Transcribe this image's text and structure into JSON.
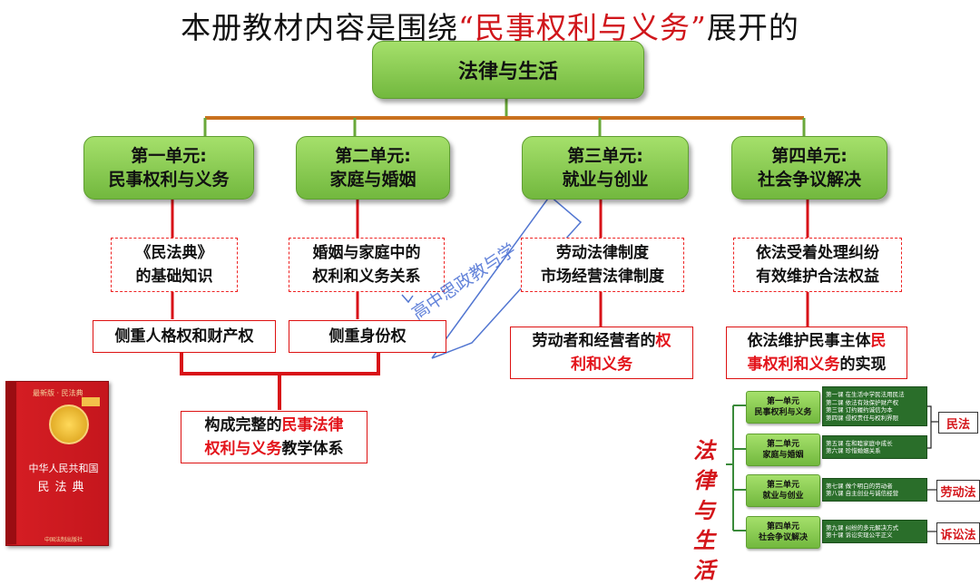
{
  "title": {
    "before": "本册教材内容是围绕",
    "highlight": "“民事权利与义务”",
    "after": "展开的"
  },
  "root": "法律与生活",
  "units": [
    {
      "line1": "第一单元:",
      "line2": "民事权利与义务"
    },
    {
      "line1": "第二单元:",
      "line2": "家庭与婚姻"
    },
    {
      "line1": "第三单元:",
      "line2": "就业与创业"
    },
    {
      "line1": "第四单元:",
      "line2": "社会争议解决"
    }
  ],
  "topics": [
    {
      "line1": "《民法典》",
      "line2": "的基础知识"
    },
    {
      "line1": "婚姻与家庭中的",
      "line2": "权利和义务关系"
    },
    {
      "line1": "劳动法律制度",
      "line2": "市场经营法律制度"
    },
    {
      "line1": "依法受着处理纠纷",
      "line2": "有效维护合法权益"
    }
  ],
  "focus": {
    "u1": "侧重人格权和财产权",
    "u2": "侧重身份权",
    "u3": {
      "a": "劳动者和经营者的",
      "b": "权",
      "c": "利和义务"
    },
    "u4": {
      "a": "依法维护民事主体",
      "b": "民",
      "c": "事权利和义务",
      "d": "的实现"
    }
  },
  "combined": {
    "a": "构成完整的",
    "b": "民事法律",
    "c": "权利与义务",
    "d": "教学体系"
  },
  "watermark": "高中思政教与学",
  "book": {
    "top": "最新版 · 民法典",
    "badge": "",
    "title1": "中华人民共和国",
    "title2": "民法典",
    "publisher": "中国法制出版社"
  },
  "mini": {
    "brush": [
      "法",
      "律",
      "与",
      "生",
      "活"
    ],
    "units": [
      {
        "l1": "第一单元",
        "l2": "民事权利与义务"
      },
      {
        "l1": "第二单元",
        "l2": "家庭与婚姻"
      },
      {
        "l1": "第三单元",
        "l2": "就业与创业"
      },
      {
        "l1": "第四单元",
        "l2": "社会争议解决"
      }
    ],
    "lessons": [
      [
        "第一课 在生活中学民法用民法",
        "第二课 依法有效保护财产权",
        "第三课 订约履约诚信为本",
        "第四课 侵权责任与权利界限"
      ],
      [
        "第五课 在和睦家庭中成长",
        "第六课 珍惜婚姻关系"
      ],
      [
        "第七课 做个明白的劳动者",
        "第八课 自主创业与诚信经营"
      ],
      [
        "第九课 纠纷的多元解决方式",
        "第十课 诉讼实现公平正义"
      ]
    ],
    "tags": [
      "民法",
      "劳动法",
      "诉讼法"
    ]
  }
}
